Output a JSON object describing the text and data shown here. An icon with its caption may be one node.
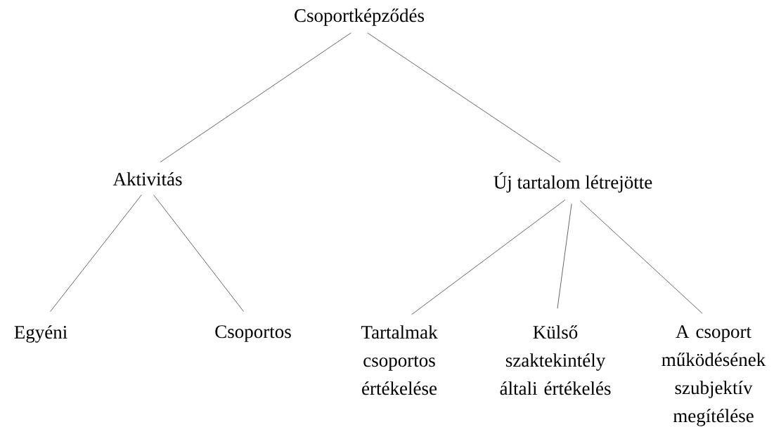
{
  "diagram": {
    "nodes": [
      {
        "text": [
          "Csoportképződés"
        ]
      },
      {
        "text": [
          "Aktivitás"
        ]
      },
      {
        "text": [
          "Új tartalom létrejötte"
        ]
      },
      {
        "text": [
          "Egyéni"
        ]
      },
      {
        "text": [
          "Csoportos"
        ]
      },
      {
        "text": [
          "Tartalmak csoportos értékelése"
        ]
      },
      {
        "text": [
          "Külső szaktekintély általi értékelés"
        ]
      },
      {
        "text": [
          "A csoport működésének szubjektív megítélése"
        ]
      }
    ],
    "edges": [
      {
        "from": 0,
        "to": 1,
        "arrow": "none"
      },
      {
        "from": 0,
        "to": 2,
        "arrow": "none"
      },
      {
        "from": 1,
        "to": 3,
        "arrow": "none"
      },
      {
        "from": 1,
        "to": 4,
        "arrow": "none"
      },
      {
        "from": 2,
        "to": 5,
        "arrow": "none"
      },
      {
        "from": 2,
        "to": 6,
        "arrow": "none"
      },
      {
        "from": 2,
        "to": 7,
        "arrow": "none"
      }
    ]
  }
}
